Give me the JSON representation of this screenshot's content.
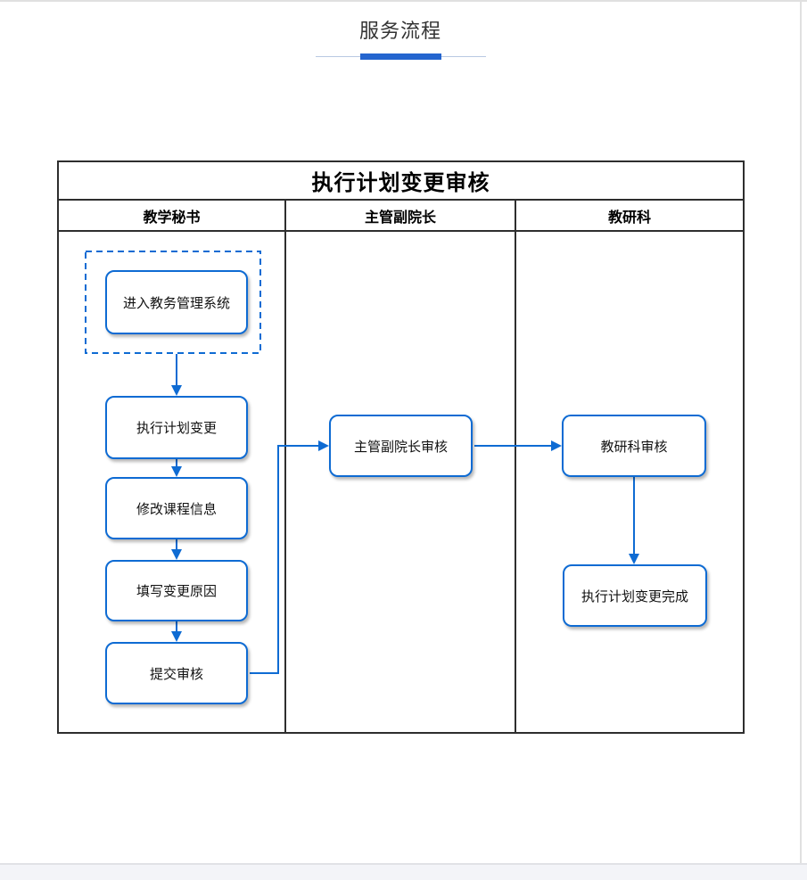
{
  "page": {
    "title": "服务流程"
  },
  "flowchart": {
    "title": "执行计划变更审核",
    "lanes": [
      {
        "label": "教学秘书"
      },
      {
        "label": "主管副院长"
      },
      {
        "label": "教研科"
      }
    ],
    "nodes": [
      {
        "id": "enter-system",
        "label": "进入教务管理系统"
      },
      {
        "id": "plan-change",
        "label": "执行计划变更"
      },
      {
        "id": "modify-course",
        "label": "修改课程信息"
      },
      {
        "id": "fill-reason",
        "label": "填写变更原因"
      },
      {
        "id": "submit-review",
        "label": "提交审核"
      },
      {
        "id": "vice-dean-review",
        "label": "主管副院长审核"
      },
      {
        "id": "research-review",
        "label": "教研科审核"
      },
      {
        "id": "change-complete",
        "label": "执行计划变更完成"
      }
    ]
  },
  "colors": {
    "accent_blue": "#2465cf",
    "flow_blue": "#0e6bd3",
    "table_border": "#2e2e2e",
    "underline_track": "#b9c9e2",
    "footer_bg": "#f3f4f8"
  }
}
